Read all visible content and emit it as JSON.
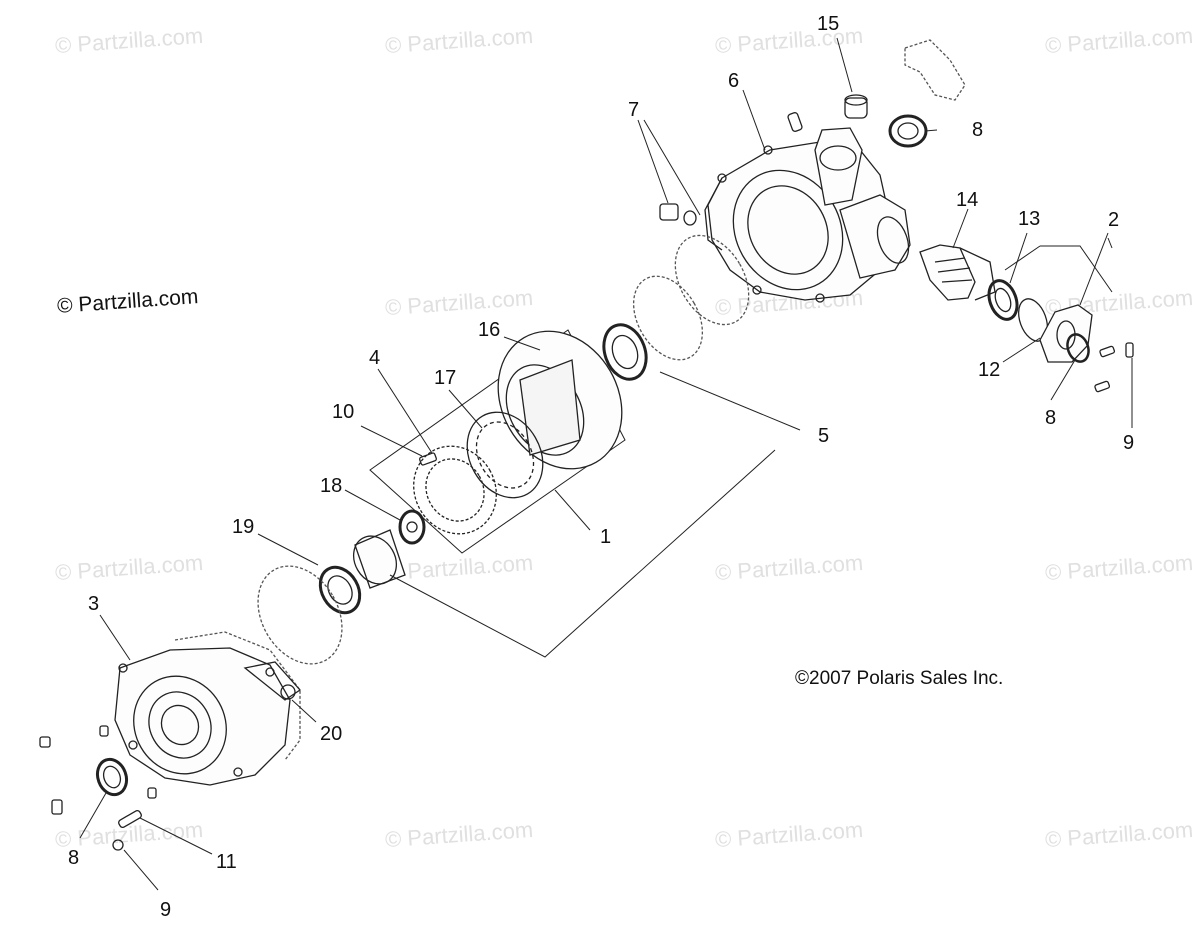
{
  "watermark": "© Partzilla.com",
  "partzilla_notice": "© Partzilla.com",
  "copyright": "©2007  Polaris Sales Inc.",
  "callouts": {
    "c1": "1",
    "c2": "2",
    "c3": "3",
    "c4": "4",
    "c5": "5",
    "c6": "6",
    "c7": "7",
    "c8a": "8",
    "c8b": "8",
    "c8c": "8",
    "c9a": "9",
    "c9b": "9",
    "c10": "10",
    "c11": "11",
    "c12": "12",
    "c13": "13",
    "c14": "14",
    "c15": "15",
    "c16": "16",
    "c17": "17",
    "c18": "18",
    "c19": "19",
    "c20": "20"
  }
}
